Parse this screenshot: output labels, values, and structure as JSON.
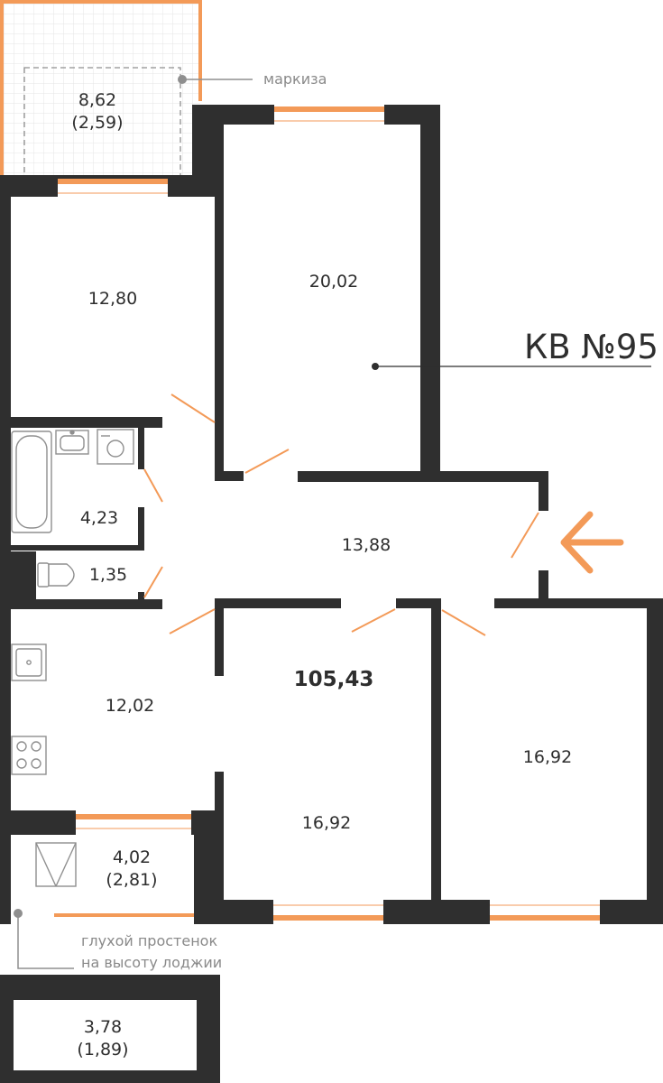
{
  "apartment": {
    "number_label": "КВ №95",
    "total_area": "105,43"
  },
  "annotations": {
    "awning": "маркиза",
    "blind_wall_line1": "глухой простенок",
    "blind_wall_line2": "на высоту лоджии"
  },
  "rooms": {
    "balcony_top": {
      "area": "8,62",
      "reduced_area": "(2,59)"
    },
    "bedroom_top_left": {
      "area": "12,80"
    },
    "living_room": {
      "area": "20,02"
    },
    "bathroom": {
      "area": "4,23"
    },
    "toilet": {
      "area": "1,35"
    },
    "hallway": {
      "area": "13,88"
    },
    "kitchen": {
      "area": "12,02"
    },
    "bedroom_middle": {
      "area": "16,92"
    },
    "bedroom_right": {
      "area": "16,92"
    },
    "loggia": {
      "area": "4,02",
      "reduced_area": "(2,81)"
    },
    "storage": {
      "area": "3,78",
      "reduced_area": "(1,89)"
    }
  },
  "colors": {
    "wall": "#2f2f2f",
    "accent": "#f39a58",
    "grid": "#e4e4e4",
    "leader": "#8f8f8f",
    "text": "#2e2e2e"
  }
}
